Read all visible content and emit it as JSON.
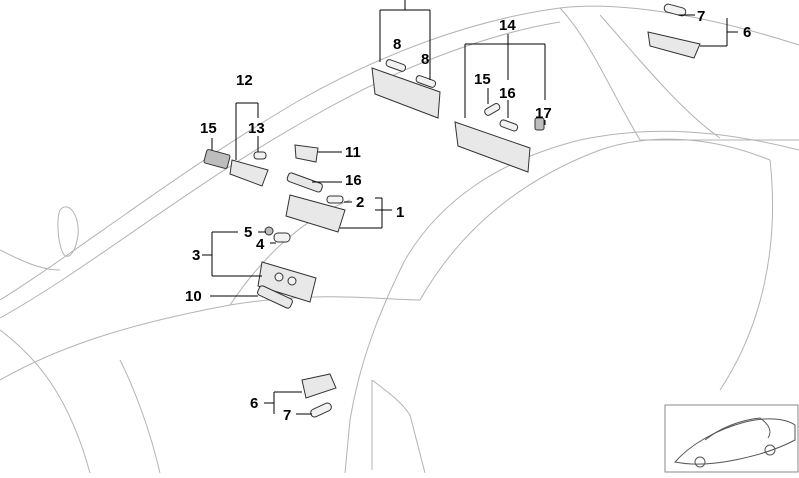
{
  "labels": {
    "l1": "1",
    "l2": "2",
    "l3": "3",
    "l4": "4",
    "l5": "5",
    "l6a": "6",
    "l6b": "6",
    "l7a": "7",
    "l7b": "7",
    "l8a": "8",
    "l8b": "8",
    "l10": "10",
    "l11": "11",
    "l12": "12",
    "l13": "13",
    "l14": "14",
    "l15a": "15",
    "l15b": "15",
    "l16a": "16",
    "l16b": "16",
    "l17": "17"
  },
  "colors": {
    "outline": "#b3b3b3",
    "leader": "#000000",
    "part_fill": "#e8e8e8"
  }
}
